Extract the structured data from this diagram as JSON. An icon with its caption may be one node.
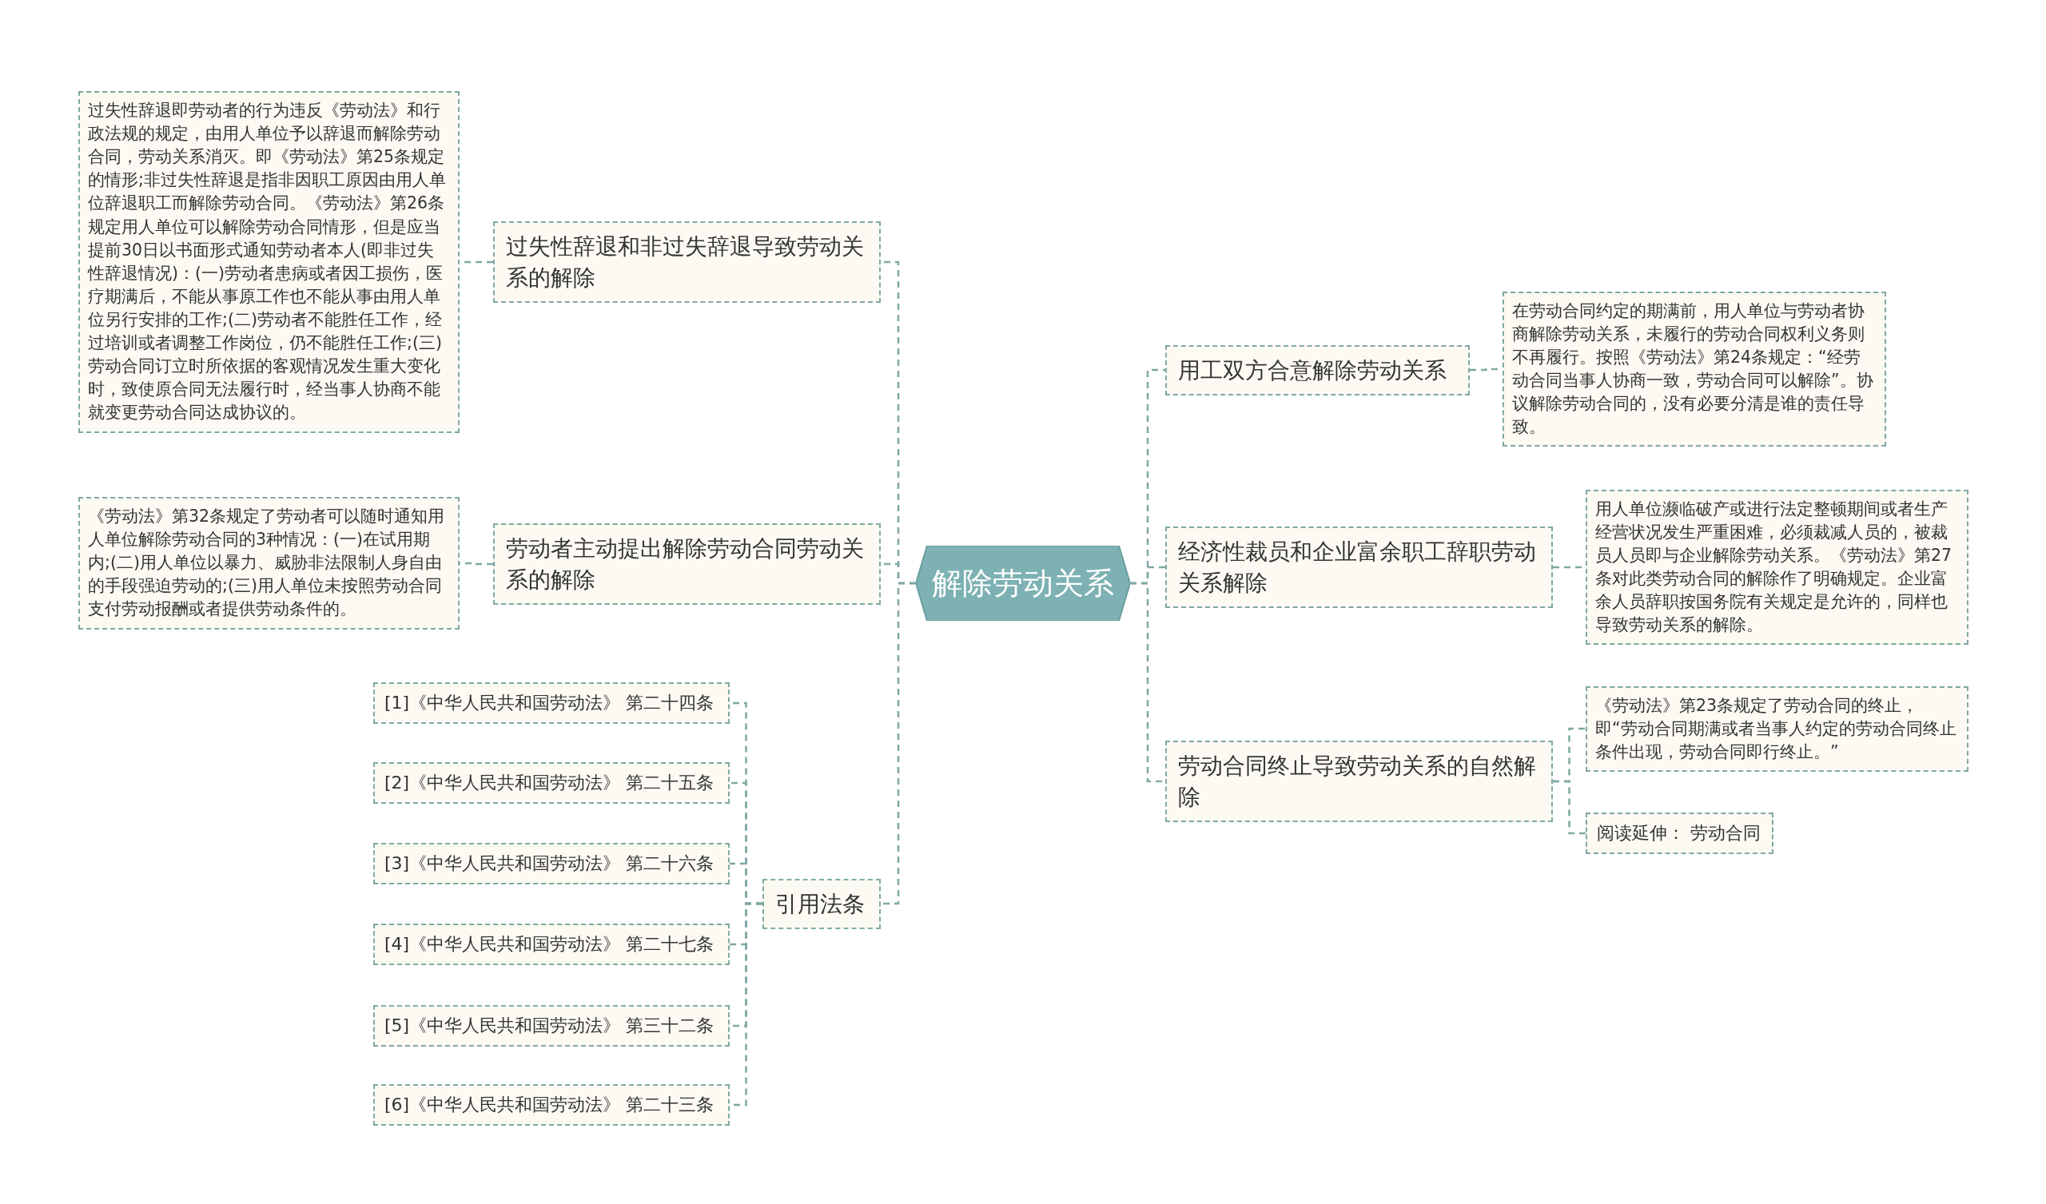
{
  "diagram": {
    "nodes": [
      {
        "text": [
          "解除劳动关系"
        ]
      },
      {
        "text": [
          "过失性辞退和非过失辞退导致劳动关系的解除"
        ]
      },
      {
        "text": [
          "过失性辞退即劳动者的行为违反《劳动法》和行政法规的规定，由用人单位予以辞退而解除劳动合同，劳动关系消灭。即《劳动法》第25条规定的情形;非过失性辞退是指非因职工原因由用人单位辞退职工而解除劳动合同。《劳动法》第26条规定用人单位可以解除劳动合同情形，但是应当提前30日以书面形式通知劳动者本人(即非过失性辞退情况)：(一)劳动者患病或者因工损伤，医疗期满后，不能从事原工作也不能从事由用人单位另行安排的工作;(二)劳动者不能胜任工作，经过培训或者调整工作岗位，仍不能胜任工作;(三)劳动合同订立时所依据的客观情况发生重大变化时，致使原合同无法履行时，经当事人协商不能就变更劳动合同达成协议的。"
        ]
      },
      {
        "text": [
          "劳动者主动提出解除劳动合同劳动关系的解除"
        ]
      },
      {
        "text": [
          "《劳动法》第32条规定了劳动者可以随时通知用人单位解除劳动合同的3种情况：(一)在试用期内;(二)用人单位以暴力、威胁非法限制人身自由的手段强迫劳动的;(三)用人单位未按照劳动合同支付劳动报酬或者提供劳动条件的。"
        ]
      },
      {
        "text": [
          "引用法条"
        ]
      },
      {
        "text": [
          "[1]《中华人民共和国劳动法》 第二十四条"
        ]
      },
      {
        "text": [
          "[2]《中华人民共和国劳动法》 第二十五条"
        ]
      },
      {
        "text": [
          "[3]《中华人民共和国劳动法》 第二十六条"
        ]
      },
      {
        "text": [
          "[4]《中华人民共和国劳动法》 第二十七条"
        ]
      },
      {
        "text": [
          "[5]《中华人民共和国劳动法》 第三十二条"
        ]
      },
      {
        "text": [
          "[6]《中华人民共和国劳动法》 第二十三条"
        ]
      },
      {
        "text": [
          "用工双方合意解除劳动关系"
        ]
      },
      {
        "text": [
          "在劳动合同约定的期满前，用人单位与劳动者协商解除劳动关系，未履行的劳动合同权利义务则不再履行。按照《劳动法》第24条规定：“经劳动合同当事人协商一致，劳动合同可以解除”。协议解除劳动合同的，没有必要分清是谁的责任导致。"
        ]
      },
      {
        "text": [
          "经济性裁员和企业富余职工辞职劳动关系解除"
        ]
      },
      {
        "text": [
          "用人单位濒临破产或进行法定整顿期间或者生产经营状况发生严重困难，必须裁减人员的，被裁员人员即与企业解除劳动关系。《劳动法》第27条对此类劳动合同的解除作了明确规定。企业富余人员辞职按国务院有关规定是允许的，同样也导致劳动关系的解除。"
        ]
      },
      {
        "text": [
          "劳动合同终止导致劳动关系的自然解除"
        ]
      },
      {
        "text": [
          "《劳动法》第23条规定了劳动合同的终止，即“劳动合同期满或者当事人约定的劳动合同终止条件出现，劳动合同即行终止。”"
        ]
      },
      {
        "text": [
          "阅读延伸： 劳动合同"
        ]
      }
    ],
    "edges": [
      {
        "from": 0,
        "to": 1,
        "arrow": "none"
      },
      {
        "from": 0,
        "to": 3,
        "arrow": "none"
      },
      {
        "from": 0,
        "to": 5,
        "arrow": "none"
      },
      {
        "from": 0,
        "to": 12,
        "arrow": "none"
      },
      {
        "from": 0,
        "to": 14,
        "arrow": "none"
      },
      {
        "from": 0,
        "to": 16,
        "arrow": "none"
      },
      {
        "from": 1,
        "to": 2,
        "arrow": "none"
      },
      {
        "from": 3,
        "to": 4,
        "arrow": "none"
      },
      {
        "from": 5,
        "to": 6,
        "arrow": "none"
      },
      {
        "from": 5,
        "to": 7,
        "arrow": "none"
      },
      {
        "from": 5,
        "to": 8,
        "arrow": "none"
      },
      {
        "from": 5,
        "to": 9,
        "arrow": "none"
      },
      {
        "from": 5,
        "to": 10,
        "arrow": "none"
      },
      {
        "from": 5,
        "to": 11,
        "arrow": "none"
      },
      {
        "from": 12,
        "to": 13,
        "arrow": "none"
      },
      {
        "from": 14,
        "to": 15,
        "arrow": "none"
      },
      {
        "from": 16,
        "to": 17,
        "arrow": "none"
      },
      {
        "from": 16,
        "to": 18,
        "arrow": "none"
      }
    ]
  }
}
